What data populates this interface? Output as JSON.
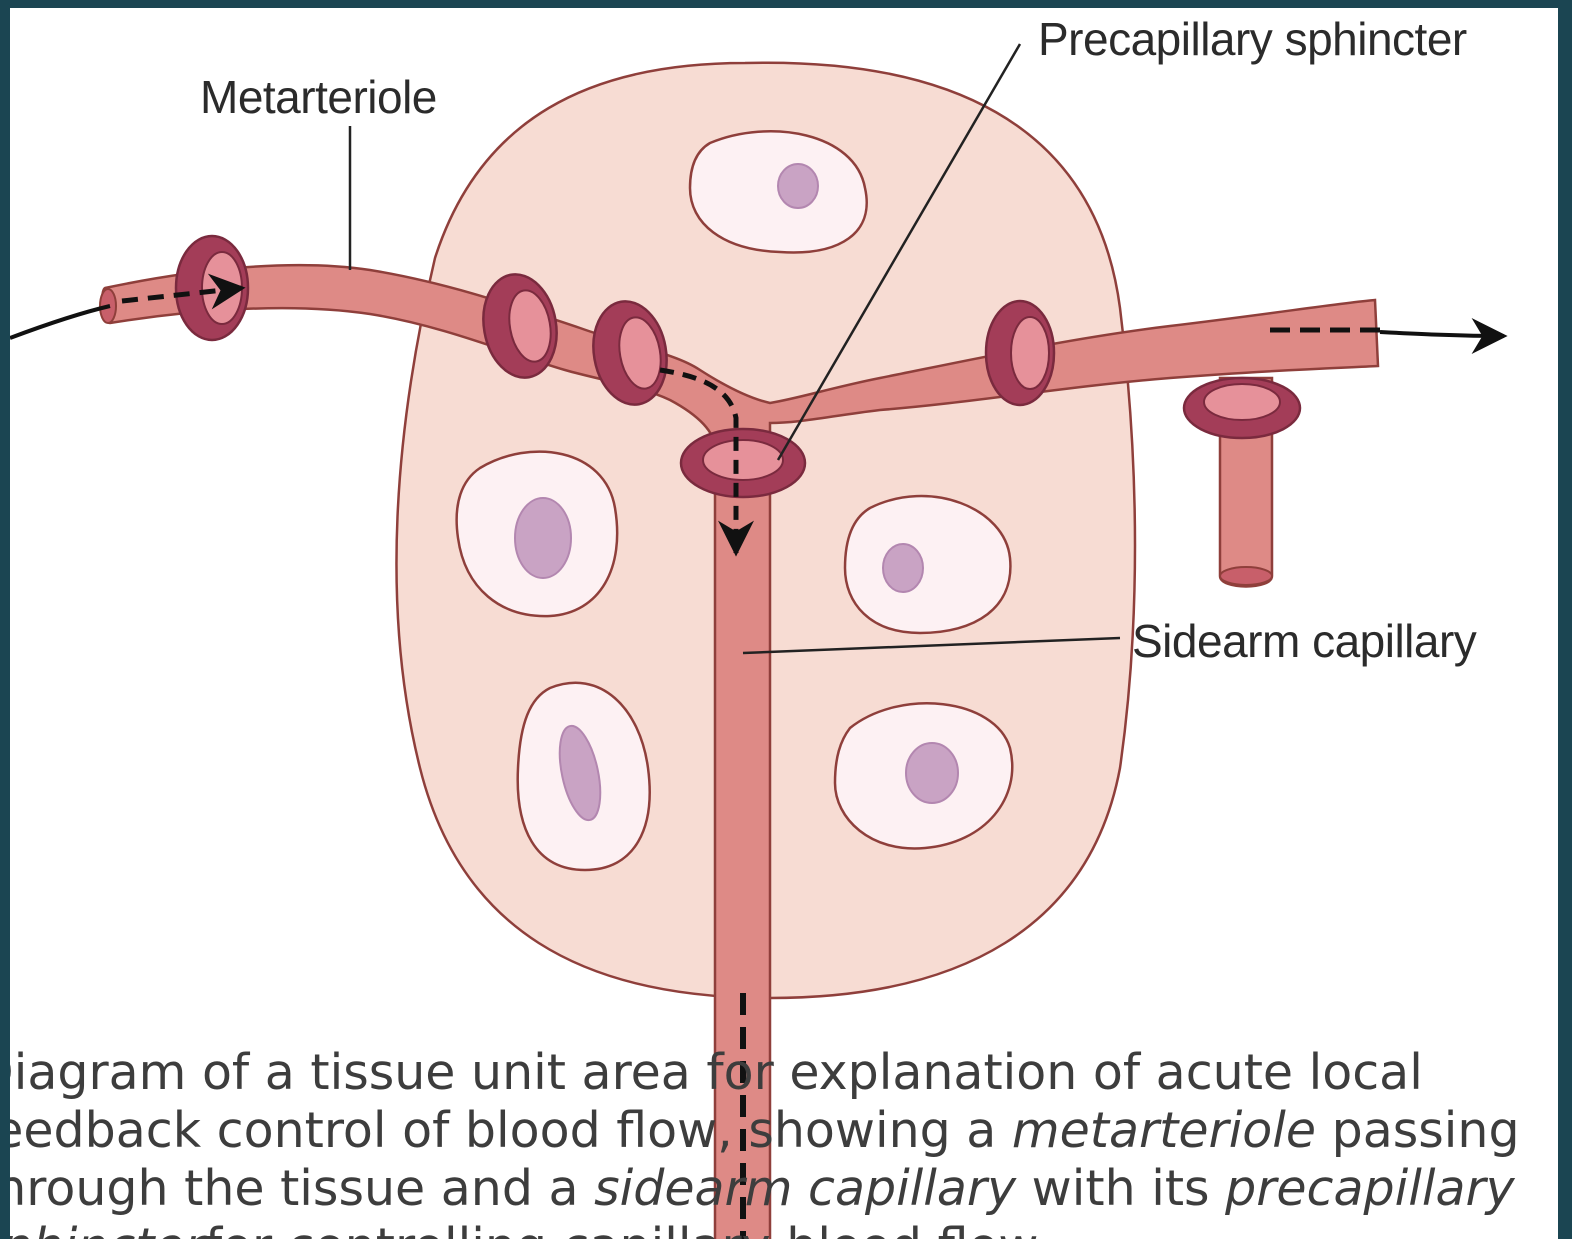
{
  "labels": {
    "metarteriole": "Metarteriole",
    "precapillary_sphincter": "Precapillary sphincter",
    "sidearm_capillary": "Sidearm capillary"
  },
  "caption": {
    "line1": "Diagram of a tissue unit area for explanation of acute local",
    "line2_a": "feedback control of blood flow, showing a ",
    "line2_em": "metarteriole",
    "line2_b": " passing",
    "line3_a": "through the tissue and a ",
    "line3_em1": "sidearm capillary",
    "line3_b": " with its ",
    "line3_em2": "precapillary",
    "line4_em": "sphincter",
    "line4_b": "for controlling capillary blood flow."
  },
  "colors": {
    "frame": "#1b4552",
    "tissue": "#f7dcd3",
    "vessel": "#de8a86",
    "sphincter": "#a33d58",
    "cell_nucleus": "#c9a3c4"
  }
}
